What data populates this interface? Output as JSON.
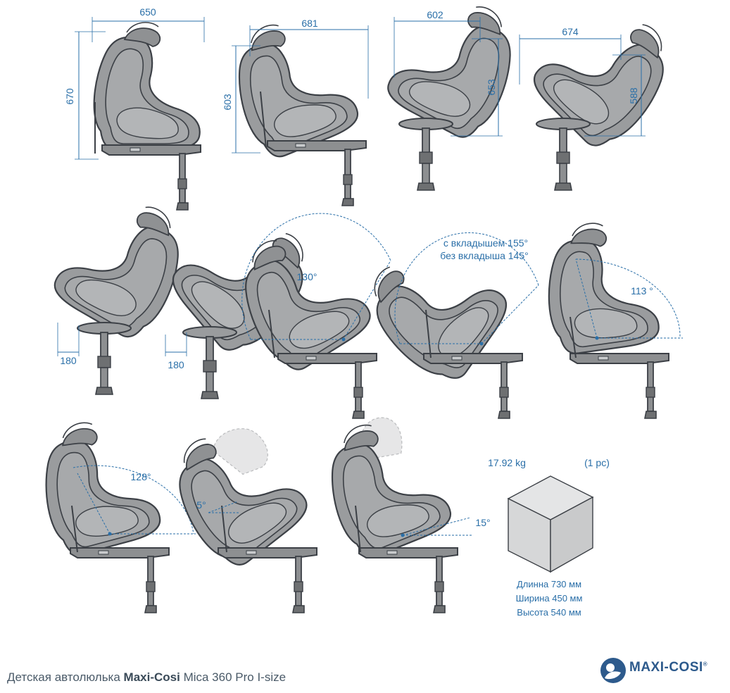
{
  "row1": {
    "fig1": {
      "width": "650",
      "height": "670"
    },
    "fig2": {
      "width": "681",
      "height": "603"
    },
    "fig3": {
      "width": "602",
      "height": "653"
    },
    "fig4": {
      "width": "674",
      "height": "588"
    }
  },
  "row2": {
    "fig5": {
      "offset": "180"
    },
    "fig6": {
      "offset": "180"
    },
    "fig7": {
      "angle": "130°"
    },
    "fig8": {
      "angle_with_insert": "с вкладышем 155°",
      "angle_without_insert": "без вкладыша 145°"
    },
    "fig9": {
      "angle": "113 °"
    }
  },
  "row3": {
    "fig10": {
      "angle": "128°"
    },
    "fig11": {
      "angle": "5°"
    },
    "fig12": {
      "angle": "15°"
    }
  },
  "package": {
    "weight": "17.92 kg",
    "count": "(1 pc)",
    "length": "Длинна 730 мм",
    "width": "Ширина 450 мм",
    "height": "Высота 540 мм"
  },
  "footer": {
    "prefix": "Детская автолюлька ",
    "brand": "Maxi-Cosi",
    "model": " Mica 360 Pro I-size"
  },
  "logo": {
    "text": "MAXI-COSI",
    "registered": "®"
  },
  "colors": {
    "accent": "#2a6fa8",
    "seat_fill": "#9a9c9e",
    "seat_stroke": "#3c4046",
    "brand": "#2d5a8c"
  }
}
